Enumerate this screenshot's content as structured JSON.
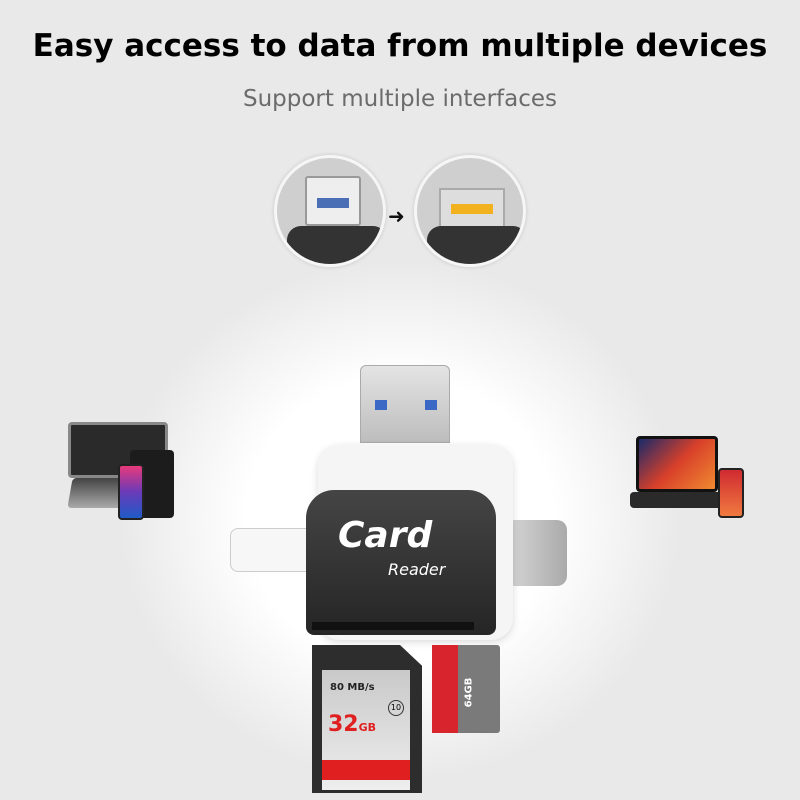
{
  "headline": "Easy access to data from multiple devices",
  "subheadline": "Support multiple interfaces",
  "product": {
    "logo_text_main": "Card",
    "logo_text_sub": "Reader"
  },
  "sd_card": {
    "speed": "80 MB/s",
    "capacity": "32",
    "unit": "GB",
    "class": "10"
  },
  "microsd_card": {
    "capacity": "64GB"
  },
  "colors": {
    "accent_red": "#e02020",
    "usb_blue": "#3a68c4",
    "body_dark": "#2d2d2d"
  }
}
